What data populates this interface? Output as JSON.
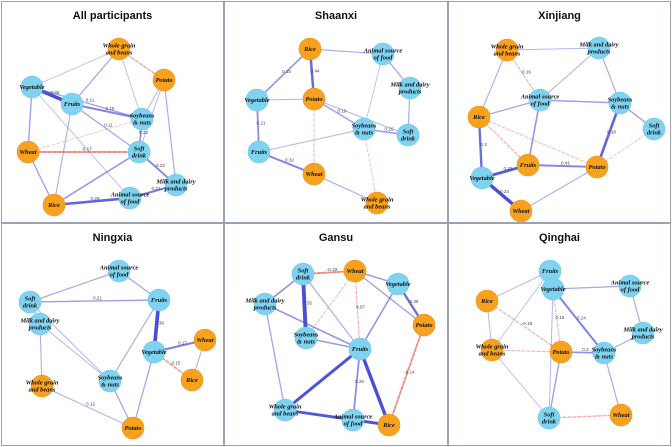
{
  "colors": {
    "plant_node": "#f7a11e",
    "other_node": "#7fd3f0",
    "positive_edge": "#4a4fd6",
    "negative_edge": "#e05a4c",
    "panel_border": "#9aa3b5"
  },
  "panels": [
    {
      "title": "All participants",
      "nodes": [
        {
          "label": "Whole grain and beans",
          "lines": [
            "Whole grain",
            "and beans"
          ],
          "type": "orange"
        },
        {
          "label": "Potato",
          "lines": [
            "Potato"
          ],
          "type": "orange"
        },
        {
          "label": "Vegetable",
          "lines": [
            "Vegetable"
          ],
          "type": "blue"
        },
        {
          "label": "Fruits",
          "lines": [
            "Fruits"
          ],
          "type": "blue"
        },
        {
          "label": "Soybeans & nuts",
          "lines": [
            "Soybeans",
            "& nuts"
          ],
          "type": "blue"
        },
        {
          "label": "Wheat",
          "lines": [
            "Wheat"
          ],
          "type": "orange"
        },
        {
          "label": "Soft drink",
          "lines": [
            "Soft",
            "drink"
          ],
          "type": "blue"
        },
        {
          "label": "Milk and dairy products",
          "lines": [
            "Milk and dairy",
            "products"
          ],
          "type": "blue"
        },
        {
          "label": "Rice",
          "lines": [
            "Rice"
          ],
          "type": "orange"
        },
        {
          "label": "Animal source of food",
          "lines": [
            "Animal source",
            "of food"
          ],
          "type": "blue"
        }
      ],
      "edge_labels": [
        "0.65",
        "0.15",
        "0.11",
        "0.32",
        "0.22",
        "-0.17",
        "0.29",
        "0.21",
        "0.11"
      ]
    },
    {
      "title": "Shaanxi",
      "nodes": [
        {
          "label": "Rice",
          "lines": [
            "Rice"
          ],
          "type": "orange"
        },
        {
          "label": "Animal source of food",
          "lines": [
            "Animal source",
            "of food"
          ],
          "type": "blue"
        },
        {
          "label": "Milk and dairy products",
          "lines": [
            "Milk and dairy",
            "products"
          ],
          "type": "blue"
        },
        {
          "label": "Vegetable",
          "lines": [
            "Vegetable"
          ],
          "type": "blue"
        },
        {
          "label": "Potato",
          "lines": [
            "Potato"
          ],
          "type": "orange"
        },
        {
          "label": "Soybeans & nuts",
          "lines": [
            "Soybeans",
            "& nuts"
          ],
          "type": "blue"
        },
        {
          "label": "Soft drink",
          "lines": [
            "Soft",
            "drink"
          ],
          "type": "blue"
        },
        {
          "label": "Fruits",
          "lines": [
            "Fruits"
          ],
          "type": "blue"
        },
        {
          "label": "Wheat",
          "lines": [
            "Wheat"
          ],
          "type": "orange"
        },
        {
          "label": "Whole grain and beans",
          "lines": [
            "Whole grain",
            "and beans"
          ],
          "type": "orange"
        }
      ],
      "edge_labels": [
        "0.44",
        "0.15",
        "0.21",
        "0.32",
        "0.19",
        "0.25"
      ]
    },
    {
      "title": "Xinjiang",
      "nodes": [
        {
          "label": "Whole grain and beans",
          "lines": [
            "Whole grain",
            "and beans"
          ],
          "type": "orange"
        },
        {
          "label": "Milk and dairy products",
          "lines": [
            "Milk and dairy",
            "products"
          ],
          "type": "blue"
        },
        {
          "label": "Animal source of food",
          "lines": [
            "Animal source",
            "of food"
          ],
          "type": "blue"
        },
        {
          "label": "Soybeans & nuts",
          "lines": [
            "Soybeans",
            "& nuts"
          ],
          "type": "blue"
        },
        {
          "label": "Rice",
          "lines": [
            "Rice"
          ],
          "type": "orange"
        },
        {
          "label": "Soft drink",
          "lines": [
            "Soft",
            "drink"
          ],
          "type": "blue"
        },
        {
          "label": "Fruits",
          "lines": [
            "Fruits"
          ],
          "type": "orange"
        },
        {
          "label": "Potato",
          "lines": [
            "Potato"
          ],
          "type": "orange"
        },
        {
          "label": "Vegetable",
          "lines": [
            "Vegetable"
          ],
          "type": "blue"
        },
        {
          "label": "Wheat",
          "lines": [
            "Wheat"
          ],
          "type": "orange"
        }
      ],
      "edge_labels": [
        "0.16",
        "0.3",
        "0.24",
        "0.22",
        "0.41",
        "0.18"
      ]
    },
    {
      "title": "Ningxia",
      "nodes": [
        {
          "label": "Animal source of food",
          "lines": [
            "Animal source",
            "of food"
          ],
          "type": "blue"
        },
        {
          "label": "Soft drink",
          "lines": [
            "Soft",
            "drink"
          ],
          "type": "blue"
        },
        {
          "label": "Fruits",
          "lines": [
            "Fruits"
          ],
          "type": "blue"
        },
        {
          "label": "Milk and dairy products",
          "lines": [
            "Milk and dairy",
            "products"
          ],
          "type": "blue"
        },
        {
          "label": "Vegetable",
          "lines": [
            "Vegetable"
          ],
          "type": "blue"
        },
        {
          "label": "Wheat",
          "lines": [
            "Wheat"
          ],
          "type": "orange"
        },
        {
          "label": "Soybeans & nuts",
          "lines": [
            "Soybeans",
            "& nuts"
          ],
          "type": "blue"
        },
        {
          "label": "Whole grain and beans",
          "lines": [
            "Whole grain",
            "and beans"
          ],
          "type": "orange"
        },
        {
          "label": "Rice",
          "lines": [
            "Rice"
          ],
          "type": "orange"
        },
        {
          "label": "Potato",
          "lines": [
            "Potato"
          ],
          "type": "orange"
        }
      ],
      "edge_labels": [
        "0.38",
        "0.17",
        "0.15",
        "0.21",
        "0.12"
      ]
    },
    {
      "title": "Gansu",
      "nodes": [
        {
          "label": "Soft drink",
          "lines": [
            "Soft",
            "drink"
          ],
          "type": "blue"
        },
        {
          "label": "Wheat",
          "lines": [
            "Wheat"
          ],
          "type": "orange"
        },
        {
          "label": "Vegetable",
          "lines": [
            "Vegetable"
          ],
          "type": "blue"
        },
        {
          "label": "Milk and dairy products",
          "lines": [
            "Milk and dairy",
            "products"
          ],
          "type": "blue"
        },
        {
          "label": "Potato",
          "lines": [
            "Potato"
          ],
          "type": "orange"
        },
        {
          "label": "Soybeans & nuts",
          "lines": [
            "Soybeans",
            "& nuts"
          ],
          "type": "blue"
        },
        {
          "label": "Fruits",
          "lines": [
            "Fruits"
          ],
          "type": "blue"
        },
        {
          "label": "Whole grain and beans",
          "lines": [
            "Whole grain",
            "and beans"
          ],
          "type": "blue"
        },
        {
          "label": "Animal source of food",
          "lines": [
            "Animal source",
            "of food"
          ],
          "type": "blue"
        },
        {
          "label": "Rice",
          "lines": [
            "Rice"
          ],
          "type": "orange"
        }
      ],
      "edge_labels": [
        "-0.33",
        "0.35",
        "0.07",
        "0.39",
        "-0.14",
        "0.26"
      ]
    },
    {
      "title": "Qinghai",
      "nodes": [
        {
          "label": "Fruits",
          "lines": [
            "Fruits"
          ],
          "type": "blue"
        },
        {
          "label": "Animal source of food",
          "lines": [
            "Animal source",
            "of food"
          ],
          "type": "blue"
        },
        {
          "label": "Rice",
          "lines": [
            "Rice"
          ],
          "type": "orange"
        },
        {
          "label": "Vegetable",
          "lines": [
            "Vegetable"
          ],
          "type": "blue"
        },
        {
          "label": "Milk and dairy products",
          "lines": [
            "Milk and dairy",
            "products"
          ],
          "type": "blue"
        },
        {
          "label": "Potato",
          "lines": [
            "Potato"
          ],
          "type": "orange"
        },
        {
          "label": "Soybeans & nuts",
          "lines": [
            "Soybeans",
            "& nuts"
          ],
          "type": "blue"
        },
        {
          "label": "Whole grain and beans",
          "lines": [
            "Whole grain",
            "and beans"
          ],
          "type": "orange"
        },
        {
          "label": "Wheat",
          "lines": [
            "Wheat"
          ],
          "type": "orange"
        },
        {
          "label": "Soft drink",
          "lines": [
            "Soft",
            "drink"
          ],
          "type": "blue"
        }
      ],
      "edge_labels": [
        "0.36",
        "0.24",
        "0.16",
        "0.2",
        "-0.18"
      ]
    }
  ]
}
